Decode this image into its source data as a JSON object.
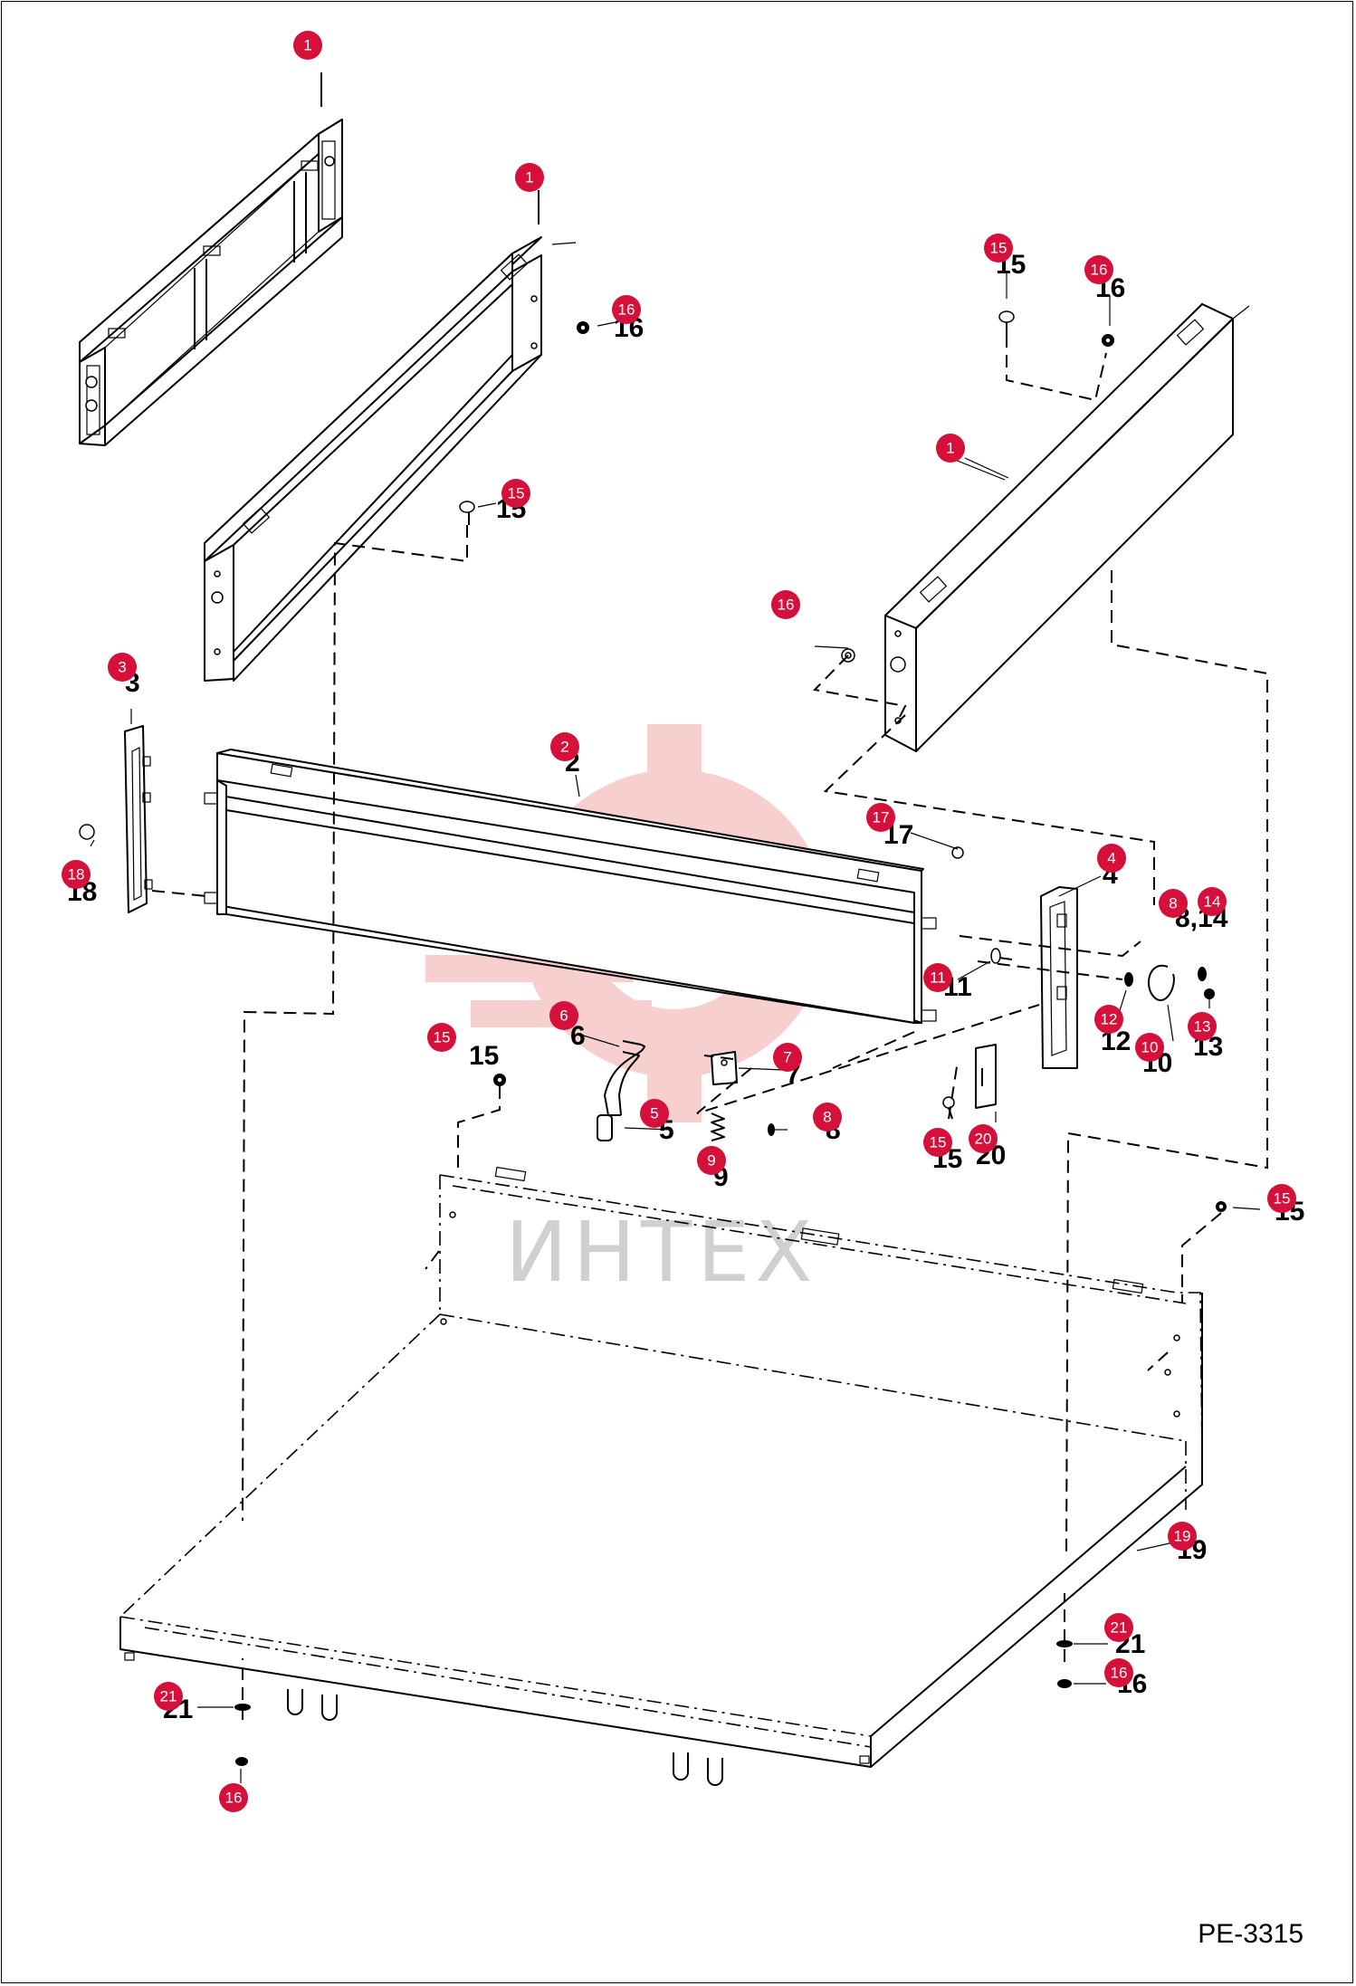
{
  "drawing_code": "PE-3315",
  "watermark_text": "ИНТЕХ",
  "callout_color": "#d5103a",
  "callouts": [
    {
      "id": "c-1a",
      "text": "1"
    },
    {
      "id": "c-1b",
      "text": "1"
    },
    {
      "id": "c-1c",
      "text": "1"
    },
    {
      "id": "c-2",
      "text": "2"
    },
    {
      "id": "c-3",
      "text": "3"
    },
    {
      "id": "c-4",
      "text": "4"
    },
    {
      "id": "c-5",
      "text": "5"
    },
    {
      "id": "c-6",
      "text": "6"
    },
    {
      "id": "c-7",
      "text": "7"
    },
    {
      "id": "c-8a",
      "text": "8"
    },
    {
      "id": "c-8b",
      "text": "8"
    },
    {
      "id": "c-9",
      "text": "9"
    },
    {
      "id": "c-10",
      "text": "10"
    },
    {
      "id": "c-11",
      "text": "11"
    },
    {
      "id": "c-12",
      "text": "12"
    },
    {
      "id": "c-13",
      "text": "13"
    },
    {
      "id": "c-14",
      "text": "14"
    },
    {
      "id": "c-15a",
      "text": "15"
    },
    {
      "id": "c-15b",
      "text": "15"
    },
    {
      "id": "c-15c",
      "text": "15"
    },
    {
      "id": "c-15d",
      "text": "15"
    },
    {
      "id": "c-15e",
      "text": "15"
    },
    {
      "id": "c-16a",
      "text": "16"
    },
    {
      "id": "c-16b",
      "text": "16"
    },
    {
      "id": "c-16c",
      "text": "16"
    },
    {
      "id": "c-16d",
      "text": "16"
    },
    {
      "id": "c-16e",
      "text": "16"
    },
    {
      "id": "c-17",
      "text": "17"
    },
    {
      "id": "c-18",
      "text": "18"
    },
    {
      "id": "c-19",
      "text": "19"
    },
    {
      "id": "c-20",
      "text": "20"
    },
    {
      "id": "c-21a",
      "text": "21"
    },
    {
      "id": "c-21b",
      "text": "21"
    }
  ],
  "labels": [
    {
      "id": "l-16a",
      "text": "16"
    },
    {
      "id": "l-15a",
      "text": "15"
    },
    {
      "id": "l-15b",
      "text": "15"
    },
    {
      "id": "l-16b",
      "text": "16"
    },
    {
      "id": "l-3",
      "text": "3"
    },
    {
      "id": "l-2",
      "text": "2"
    },
    {
      "id": "l-17",
      "text": "17"
    },
    {
      "id": "l-18",
      "text": "18"
    },
    {
      "id": "l-4",
      "text": "4"
    },
    {
      "id": "l-814",
      "text": "8,14"
    },
    {
      "id": "l-11",
      "text": "11"
    },
    {
      "id": "l-12",
      "text": "12"
    },
    {
      "id": "l-13",
      "text": "13"
    },
    {
      "id": "l-10",
      "text": "10"
    },
    {
      "id": "l-6",
      "text": "6"
    },
    {
      "id": "l-7",
      "text": "7"
    },
    {
      "id": "l-15c",
      "text": "15"
    },
    {
      "id": "l-5",
      "text": "5"
    },
    {
      "id": "l-8",
      "text": "8"
    },
    {
      "id": "l-9",
      "text": "9"
    },
    {
      "id": "l-15d",
      "text": "15"
    },
    {
      "id": "l-20",
      "text": "20"
    },
    {
      "id": "l-15e",
      "text": "15"
    },
    {
      "id": "l-19",
      "text": "19"
    },
    {
      "id": "l-21a",
      "text": "21"
    },
    {
      "id": "l-16c",
      "text": "16"
    },
    {
      "id": "l-21b",
      "text": "21"
    }
  ]
}
